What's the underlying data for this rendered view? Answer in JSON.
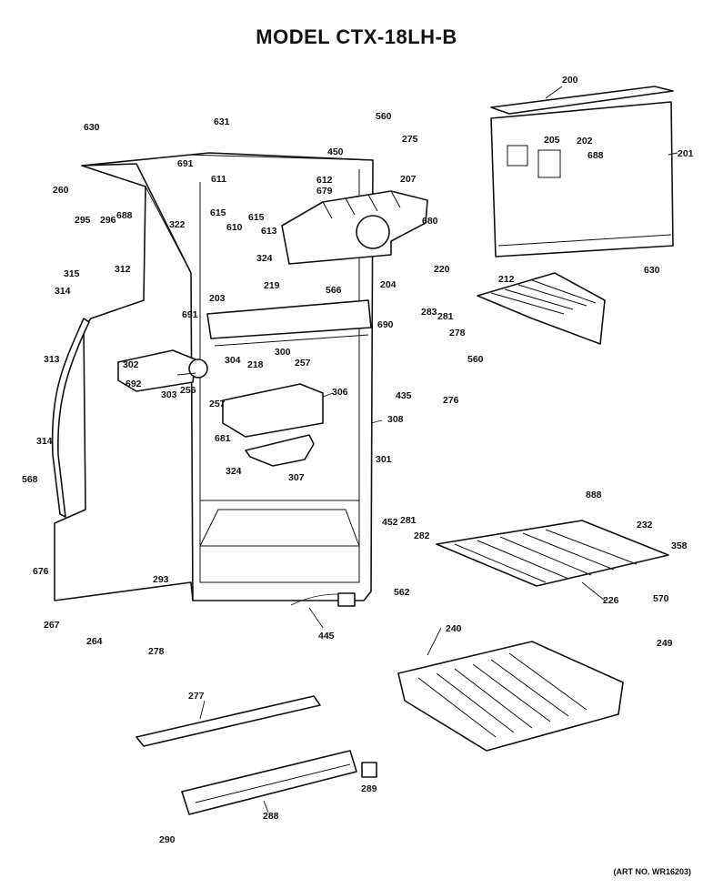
{
  "title": "MODEL CTX-18LH-B",
  "art_number": "(ART NO. WR16203)",
  "callouts": [
    "630",
    "631",
    "560",
    "275",
    "450",
    "200",
    "205",
    "202",
    "688",
    "201",
    "691",
    "611",
    "612",
    "679",
    "207",
    "260",
    "295",
    "296",
    "688",
    "322",
    "615",
    "610",
    "615",
    "613",
    "680",
    "324",
    "315",
    "312",
    "220",
    "212",
    "314",
    "203",
    "219",
    "566",
    "204",
    "630",
    "691",
    "283",
    "281",
    "690",
    "278",
    "313",
    "302",
    "304",
    "218",
    "300",
    "257",
    "560",
    "692",
    "303",
    "256",
    "306",
    "435",
    "276",
    "257",
    "681",
    "308",
    "314",
    "301",
    "568",
    "324",
    "307",
    "888",
    "452",
    "281",
    "232",
    "282",
    "358",
    "676",
    "293",
    "562",
    "226",
    "570",
    "267",
    "264",
    "445",
    "240",
    "278",
    "249",
    "277",
    "289",
    "288",
    "290"
  ]
}
